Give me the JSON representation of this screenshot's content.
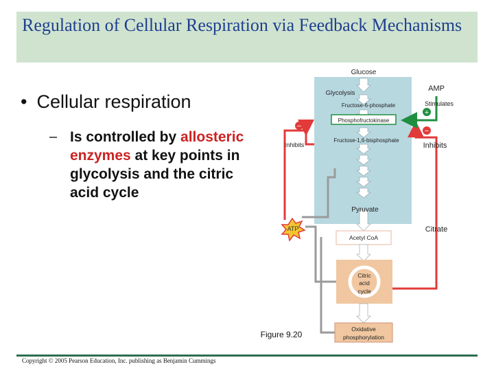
{
  "slide": {
    "title": "Regulation of Cellular Respiration via Feedback Mechanisms",
    "bullet": "Cellular respiration",
    "sub_dash": "–",
    "sub_parts": [
      {
        "text": "Is controlled by ",
        "color": "#111111"
      },
      {
        "text": "allosteric enzymes",
        "color": "#cc2222"
      },
      {
        "text": " at key points in glycolysis and the citric acid cycle",
        "color": "#111111"
      }
    ],
    "copyright": "Copyright © 2005 Pearson Education, Inc. publishing as Benjamin Cummings"
  },
  "figure": {
    "glucose": "Glucose",
    "glycolysis": "Glycolysis",
    "f6p": "Fructose-6-phosphate",
    "enzyme": "Phosphofructokinase",
    "f16bp": "Fructose-1,6-bisphosphate",
    "pyruvate": "Pyruvate",
    "acetyl_coa": "Acetyl CoA",
    "citric_line1": "Citric",
    "citric_line2": "acid",
    "citric_line3": "cycle",
    "oxphos_line1": "Oxidative",
    "oxphos_line2": "phosphorylation",
    "amp": "AMP",
    "stimulates": "Stimulates",
    "inhibits_left": "Inhibits",
    "inhibits_right": "Inhibits",
    "atp": "ATP",
    "citrate": "Citrate",
    "caption": "Figure 9.20",
    "plus": "+",
    "minus": "−",
    "colors": {
      "glycolysis_box": "#b8d8e0",
      "inhibit_line": "#e23a3a",
      "stimulate_line": "#1f8f3f",
      "atp_star": "#f2c530",
      "citric_box": "#f0c7a0"
    }
  }
}
